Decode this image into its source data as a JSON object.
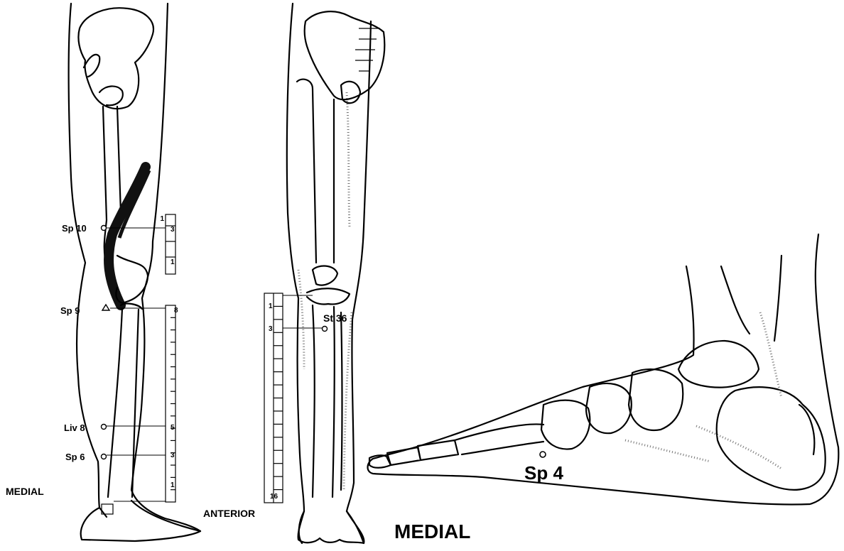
{
  "views": {
    "left_leg": {
      "view_label": "MEDIAL"
    },
    "center_leg": {
      "view_label": "ANTERIOR"
    },
    "foot": {
      "view_label": "MEDIAL"
    }
  },
  "points": {
    "sp10": "Sp 10",
    "sp9": "Sp 9",
    "liv8": "Liv 8",
    "sp6": "Sp 6",
    "st36": "St 36",
    "sp4": "Sp 4"
  },
  "scales": {
    "thigh": [
      "1",
      "3",
      "1"
    ],
    "shin": [
      "8",
      "5",
      "3",
      "1"
    ],
    "center": [
      "1",
      "3",
      "16"
    ]
  }
}
